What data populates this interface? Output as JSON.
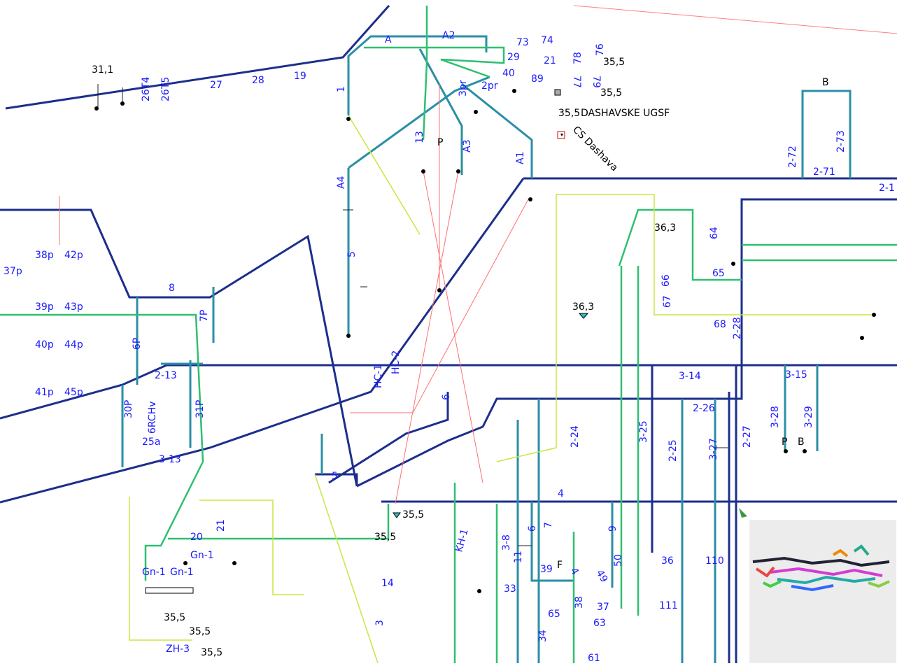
{
  "colors": {
    "main_trunk": "#1c2f8c",
    "branch_teal": "#2a8fa6",
    "branch_green": "#2fbf70",
    "branch_lime": "#a8e05a",
    "branch_yellow": "#e6e600",
    "branch_red": "#ff6b6b",
    "label": "#1a1aff"
  },
  "station": {
    "name": "DASHAVSKE UGSF",
    "compressor": "CS Dashava",
    "pressure_station": "35,5"
  },
  "labels": {
    "l_31_1": "31,1",
    "l_26t4": "26T4",
    "l_26t5": "26T5",
    "l_27": "27",
    "l_28": "28",
    "l_19": "19",
    "l_A": "A",
    "l_A2": "A2",
    "l_73": "73",
    "l_74": "74",
    "l_78": "78",
    "l_76": "76",
    "l_29": "29",
    "l_21a": "21",
    "l_40a": "40",
    "l_89": "89",
    "l_77": "77",
    "l_79": "79",
    "l_p355a": "35,5",
    "l_p355b": "35,5",
    "l_p355c": "35,5",
    "l_1": "1",
    "l_3pr": "3pr",
    "l_2pr": "2pr",
    "l_13": "13",
    "l_A3": "A3",
    "l_A1": "A1",
    "l_A4": "A4",
    "l_272": "2-72",
    "l_273": "2-73",
    "l_271": "2-71",
    "l_21r": "2-1",
    "l_P1": "P",
    "l_38p": "38p",
    "l_42p": "42p",
    "l_39p": "39p",
    "l_43p": "43p",
    "l_40p": "40p",
    "l_44p": "44p",
    "l_41p": "41p",
    "l_45p": "45p",
    "l_37p": "37p",
    "l_8": "8",
    "l_7P": "7P",
    "l_6P": "6P",
    "l_5v": "5",
    "l_363a": "36,3",
    "l_363b": "36,3",
    "l_64": "64",
    "l_65": "65",
    "l_66": "66",
    "l_67": "67",
    "l_68": "68",
    "l_228": "2-28",
    "l_HC1": "HC-1",
    "l_HC2": "HC-2",
    "l_213": "2-13",
    "l_30P": "30P",
    "l_6RCH": "6RCHv",
    "l_31P": "31P",
    "l_25a": "25a",
    "l_313": "3-13",
    "l_6": "6",
    "l_5b": "5",
    "l_224": "2-24",
    "l_325": "3-25",
    "l_314": "3-14",
    "l_226": "2-26",
    "l_225": "2-25",
    "l_327": "3-27",
    "l_227": "2-27",
    "l_315": "3-15",
    "l_328": "3-28",
    "l_329": "3-29",
    "l_P2": "P",
    "l_B": "B",
    "l_B2": "B",
    "l_4": "4",
    "l_355d": "35,5",
    "l_355e": "35,5",
    "l_KH1": "KH-1",
    "l_20": "20",
    "l_21b": "21",
    "l_Gn1": "Gn-1",
    "l_Gn1a": "Gn-1",
    "l_Gn1b": "Gn-1",
    "l_14": "14",
    "l_3f": "3",
    "l_355f": "35,5",
    "l_355g": "35,5",
    "l_355h": "35,5",
    "l_ZH3": "ZH-3",
    "l_38": "3-8",
    "l_11": "11",
    "l_6b": "6",
    "l_7": "7",
    "l_9": "9",
    "l_39": "39",
    "l_F": "F",
    "l_4b": "4",
    "l_49": "49",
    "l_50": "50",
    "l_36": "36",
    "l_110": "110",
    "l_33": "33",
    "l_38b": "38",
    "l_37": "37",
    "l_65b": "65",
    "l_63": "63",
    "l_34": "34",
    "l_111": "111",
    "l_61": "61"
  }
}
